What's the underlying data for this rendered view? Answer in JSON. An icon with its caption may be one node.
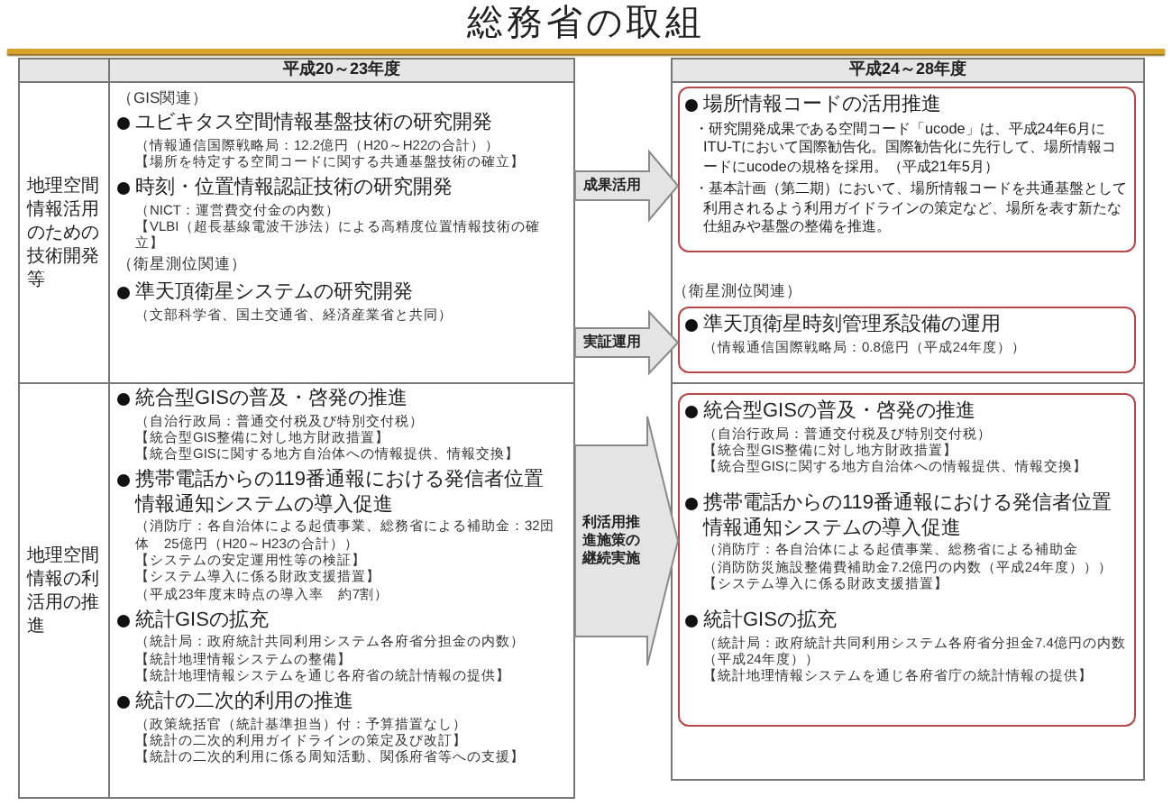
{
  "diagram": {
    "title": "総務省の取組",
    "nodes": [
      {
        "text": [
          "（GIS関連）",
          "ユビキタス空間情報基盤技術の研究開発",
          "（情報通信国際戦略局：12.2億円（H20～H22の合計））",
          "【場所を特定する空間コードに関する共通基盤技術の確立】",
          "時刻・位置情報認証技術の研究開発",
          "（NICT：運営費交付金の内数）",
          "【VLBI（超長基線電波干渉法）による高精度位置情報技術の確立】",
          "（衛星測位関連）",
          "準天頂衛星システムの研究開発",
          "（文部科学省、国土交通省、経済産業省と共同）"
        ]
      },
      {
        "text": [
          "統合型GISの普及・啓発の推進",
          "（自治行政局：普通交付税及び特別交付税）",
          "【統合型GIS整備に対し地方財政措置】",
          "【統合型GISに関する地方自治体への情報提供、情報交換】",
          "携帯電話からの119番通報における発信者位置情報通知システムの導入促進",
          "（消防庁：各自治体による起債事業、総務省による補助金：32団体　25億円（H20～H23の合計））",
          "【システムの安定運用性等の検証】",
          "【システム導入に係る財政支援措置】",
          "（平成23年度末時点の導入率　約7割）",
          "統計GISの拡充",
          "（統計局：政府統計共同利用システム各府省分担金の内数）",
          "【統計地理情報システムの整備】",
          "【統計地理情報システムを通じ各府省の統計情報の提供】",
          "統計の二次的利用の推進",
          "（政策統括官（統計基準担当）付：予算措置なし）",
          "【統計の二次的利用ガイドラインの策定及び改訂】",
          "【統計の二次的利用に係る周知活動、関係府省等への支援】"
        ]
      },
      {
        "text": [
          "場所情報コードの活用推進",
          "・研究開発成果である空間コード「ucode」は、平成24年6月にITU-Tにおいて国際勧告化。国際勧告化に先行して、場所情報コードにucodeの規格を採用。（平成21年5月）",
          "・基本計画（第二期）において、場所情報コードを共通基盤として利用されるよう利用ガイドラインの策定など、場所を表す新たな仕組みや基盤の整備を推進。"
        ]
      },
      {
        "text": [
          "（衛星測位関連）",
          "準天頂衛星時刻管理系設備の運用",
          "（情報通信国際戦略局：0.8億円（平成24年度））"
        ]
      },
      {
        "text": [
          "統合型GISの普及・啓発の推進",
          "（自治行政局：普通交付税及び特別交付税）",
          "【統合型GIS整備に対し地方財政措置】",
          "【統合型GISに関する地方自治体への情報提供、情報交換】",
          "携帯電話からの119番通報における発信者位置情報通知システムの導入促進",
          "（消防庁：各自治体による起債事業、総務省による補助金",
          "（消防防災施設整備費補助金7.2億円の内数（平成24年度）））",
          "【システム導入に係る財政支援措置】",
          "統計GISの拡充",
          "（統計局：政府統計共同利用システム各府省分担金7.4億円の内数（平成24年度））",
          "【統計地理情報システムを通じ各府省庁の統計情報の提供】"
        ]
      }
    ],
    "edges": [
      {
        "from": 0,
        "to": 2,
        "label": "成果活用",
        "arrow": "to"
      },
      {
        "from": 0,
        "to": 3,
        "label": "実証運用",
        "arrow": "to"
      },
      {
        "from": 1,
        "to": 4,
        "label": "利活用推進施策の継続実施",
        "arrow": "to"
      }
    ],
    "labels": [
      "平成20～23年度",
      "平成24～28年度",
      "地理空間情報活用のための技術開発等",
      "地理空間情報の利活用の推進"
    ]
  }
}
